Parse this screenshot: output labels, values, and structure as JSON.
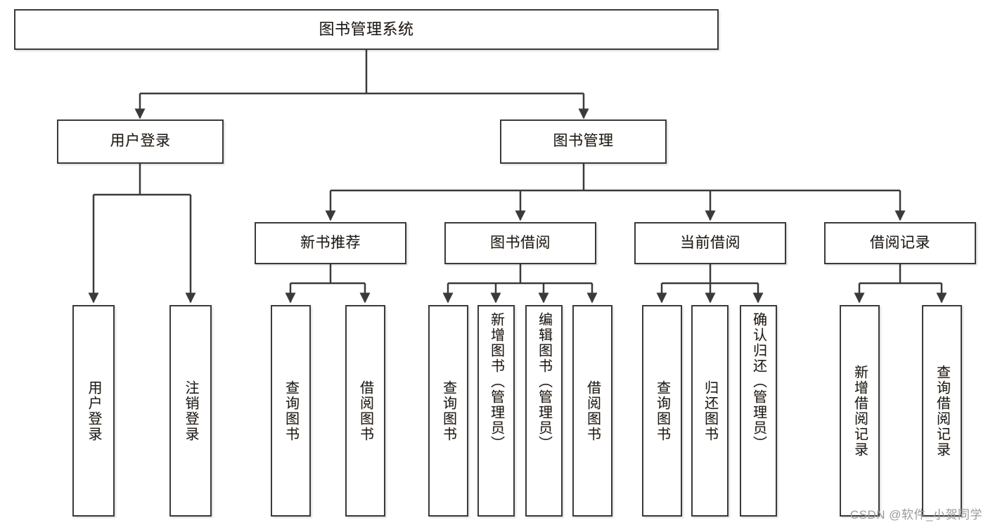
{
  "diagram": {
    "title": "图书管理系统",
    "watermark": "CSDN @软件_小贺同学",
    "colors": {
      "box_border": "#3a3a3a",
      "box_fill": "#ffffff",
      "edge": "#3a3a3a",
      "text": "#1a1a1a",
      "watermark": "#9a9a9a"
    },
    "levels": {
      "root": "图书管理系统",
      "level2": [
        "用户登录",
        "图书管理"
      ],
      "level3": [
        "新书推荐",
        "图书借阅",
        "当前借阅",
        "借阅记录"
      ]
    }
  },
  "nodes": {
    "root": {
      "label": "图书管理系统"
    },
    "user_login": {
      "label": "用户登录"
    },
    "book_manage": {
      "label": "图书管理"
    },
    "new_book_rec": {
      "label": "新书推荐"
    },
    "book_borrow": {
      "label": "图书借阅"
    },
    "current_borrow": {
      "label": "当前借阅"
    },
    "borrow_record": {
      "label": "借阅记录"
    },
    "leaf_user_login": {
      "label": "用户登录"
    },
    "leaf_user_logout": {
      "label": "注销登录"
    },
    "leaf_rec_query": {
      "label": "查询图书"
    },
    "leaf_rec_borrow": {
      "label": "借阅图书"
    },
    "leaf_borrow_query": {
      "label": "查询图书"
    },
    "leaf_borrow_add": {
      "label": "新增图书（管理员）"
    },
    "leaf_borrow_edit": {
      "label": "编辑图书（管理员）"
    },
    "leaf_borrow_lend": {
      "label": "借阅图书"
    },
    "leaf_cur_query": {
      "label": "查询图书"
    },
    "leaf_cur_return": {
      "label": "归还图书"
    },
    "leaf_cur_confirm": {
      "label": "确认归还（管理员）"
    },
    "leaf_rec_add": {
      "label": "新增借阅记录"
    },
    "leaf_rec_search": {
      "label": "查询借阅记录"
    }
  }
}
